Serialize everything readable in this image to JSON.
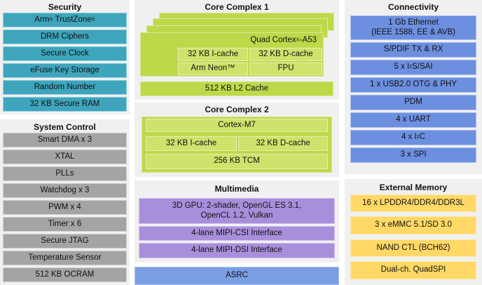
{
  "security": {
    "title": "Security",
    "items": [
      "Arm® TrustZone®",
      "DRM Ciphers",
      "Secure Clock",
      "eFuse Key Storage",
      "Random Number",
      "32 KB Secure RAM"
    ]
  },
  "system_control": {
    "title": "System Control",
    "items": [
      "Smart DMA x 3",
      "XTAL",
      "PLLs",
      "Watchdog x 3",
      "PWM x 4",
      "Timer x 6",
      "Secure JTAG",
      "Temperature Sensor",
      "512 KB OCRAM"
    ]
  },
  "core_complex_1": {
    "title": "Core Complex 1",
    "cpu": "Quad Cortex®-A53",
    "icache": "32 KB I-cache",
    "dcache": "32 KB D-cache",
    "neon": "Arm Neon™",
    "fpu": "FPU",
    "l2": "512 KB L2 Cache"
  },
  "core_complex_2": {
    "title": "Core Complex 2",
    "cpu": "Cortex-M7",
    "icache": "32 KB I-cache",
    "dcache": "32 KB D-cache",
    "tcm": "256 KB TCM"
  },
  "multimedia": {
    "title": "Multimedia",
    "gpu_line1": "3D GPU: 2-shader, OpenGL ES 3.1,",
    "gpu_line2": "OpenCL 1.2, Vulkan",
    "csi": "4-lane MIPI-CSI Interface",
    "dsi": "4-lane MIPI-DSI Interface"
  },
  "asrc": "ASRC",
  "connectivity": {
    "title": "Connectivity",
    "ethernet_line1": "1 Gb Ethernet",
    "ethernet_line2": "(IEEE 1588, EE & AVB)",
    "items": [
      "S/PDIF TX & RX",
      "5 x I²S/SAI",
      "1 x USB2.0 OTG & PHY",
      "PDM",
      "4 x UART",
      "4 x I²C",
      "3 x SPI"
    ]
  },
  "external_memory": {
    "title": "External Memory",
    "items": [
      "16 x LPDDR4/DDR4/DDR3L",
      "3 x eMMC 5.1/SD 3.0",
      "NAND CTL (BCH62)",
      "Dual-ch. QuadSPI"
    ]
  },
  "colors": {
    "security": "#3fa5bd",
    "system_control": "#a4a4a4",
    "core": "#bdd94a",
    "connectivity": "#6d8fe0",
    "external_memory": "#ffd866",
    "multimedia": "#a98fdb",
    "panel_bg": "#f0f0f0"
  }
}
